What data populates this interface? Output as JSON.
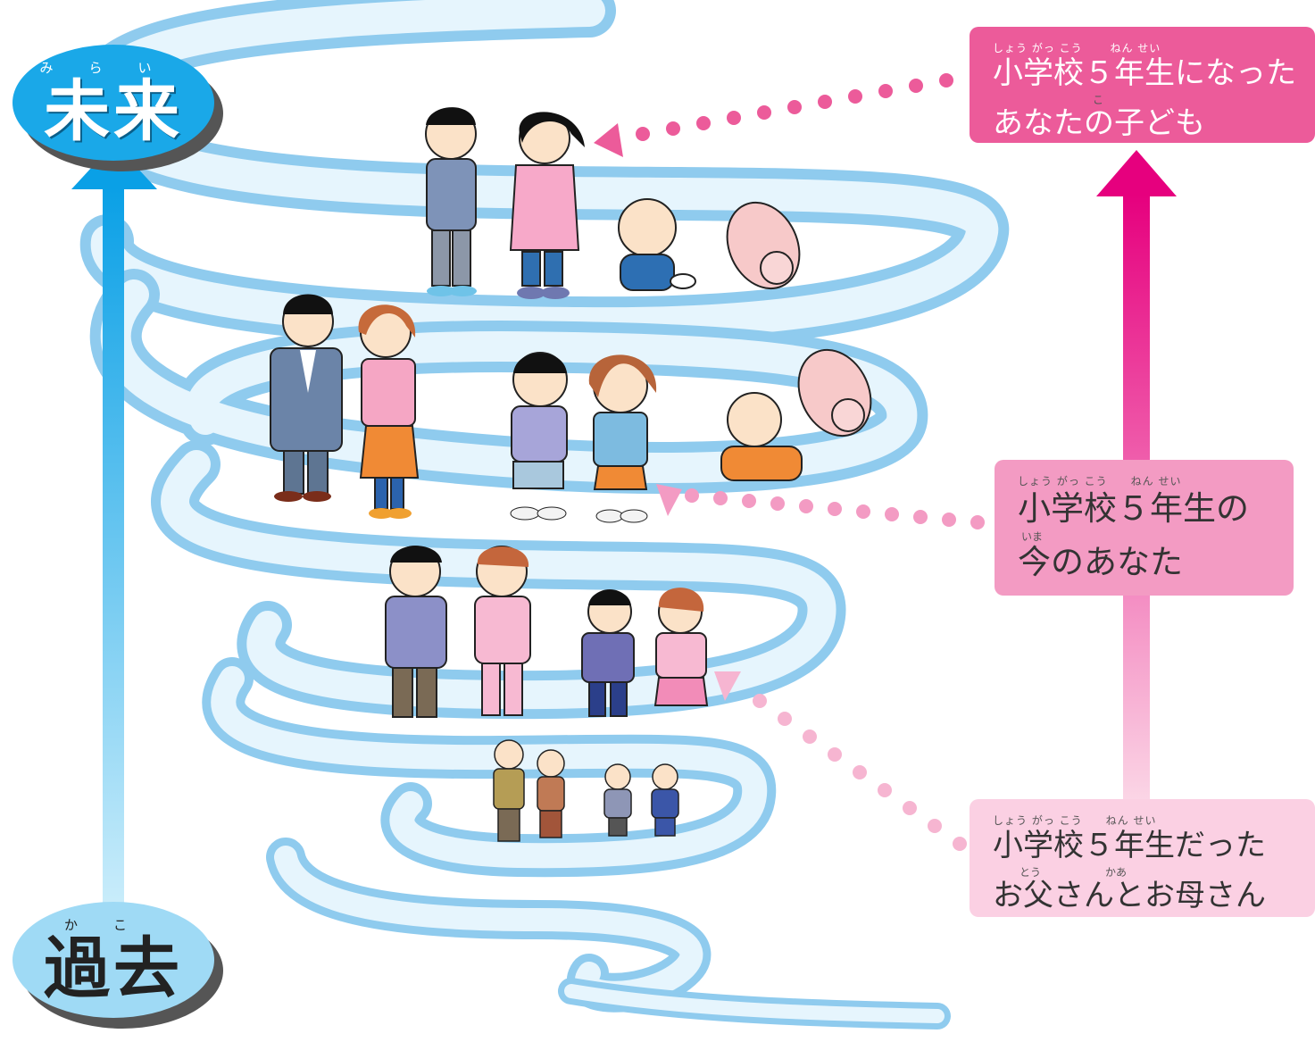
{
  "labels": {
    "future": {
      "text": "未来",
      "ruby": "みらい"
    },
    "past": {
      "text": "過去",
      "ruby": "かこ"
    }
  },
  "boxes": {
    "child": {
      "ruby": "しょう がっ こう　　 ねん せい",
      "line1": "小学校５年生になった",
      "ruby2": "こ",
      "line2": "あなたの子ども"
    },
    "you": {
      "ruby": "しょう がっ こう　　ねん せい",
      "line1": "小学校５年生の",
      "ruby2": "いま",
      "line2": "今のあなた"
    },
    "parents": {
      "ruby": "しょう がっ こう　　ねん せい",
      "line1": "小学校５年生だった",
      "ruby2": "とう　　　　　　かあ",
      "line2": "お父さんとお母さん"
    }
  },
  "colors": {
    "future": "#1aa8e8",
    "past": "#9fdaf5",
    "spiral": "#cfeaf8",
    "child_box": "#ec5b9a",
    "you_box": "#f39bc3",
    "parents_box": "#fbd0e3"
  }
}
